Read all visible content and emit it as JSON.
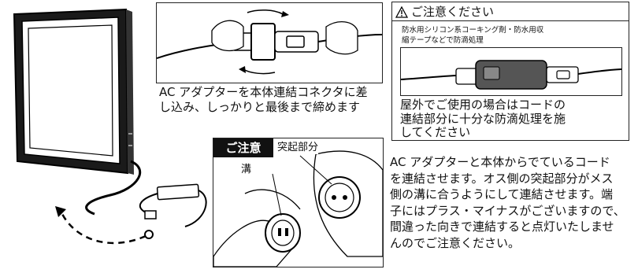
{
  "panel1": {
    "caption": "AC アダプターを本体連結コネクタに差\nし込み、しっかりと最後まで締めます"
  },
  "caution": {
    "title": "ご注意ください",
    "note": "防水用シリコン系コーキング剤・防水用収\n縮テープなどで防滴処理",
    "body": "屋外でご使用の場合はコードの\n連結部分に十分な防滴処理を施\nしてください"
  },
  "panel2": {
    "badge": "ご注意",
    "label_protrusion": "突起部分",
    "label_groove": "溝"
  },
  "instructions": "AC アダプターと本体からでているコード\nを連結させます。オス側の突起部分がメス\n側の溝に合うようにして連結させます。端\n子にはプラス・マイナスがございますので、\n間違った向きで連結すると点灯いたしませ\nんのでご注意ください。"
}
